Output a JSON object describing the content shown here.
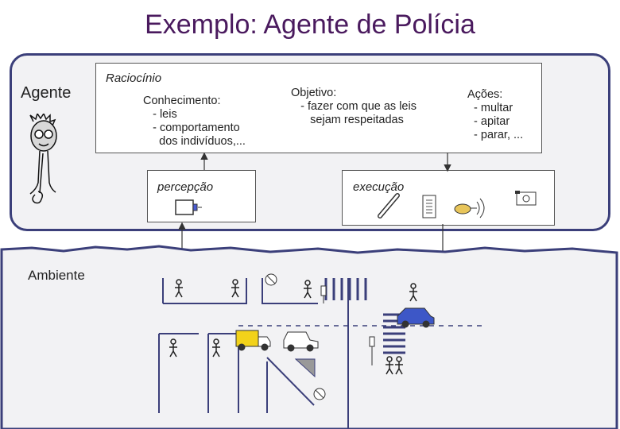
{
  "title": "Exemplo: Agente de Polícia",
  "agent_label": "Agente",
  "environment_label": "Ambiente",
  "reasoning": {
    "label": "Raciocínio",
    "knowledge": "Conhecimento:\n   - leis\n   - comportamento\n     dos indivíduos,...",
    "objective": "Objetivo:\n   - fazer com que as leis\n      sejam respeitadas",
    "actions": "Ações:\n  - multar\n  - apitar\n  - parar, ..."
  },
  "perception_label": "percepção",
  "execution_label": "execução",
  "colors": {
    "title": "#4a1a5e",
    "frame": "#3b3f7a",
    "env_bg": "#f2f2f4",
    "car_blue": "#3d57c7",
    "truck_yellow": "#f2d21a"
  }
}
